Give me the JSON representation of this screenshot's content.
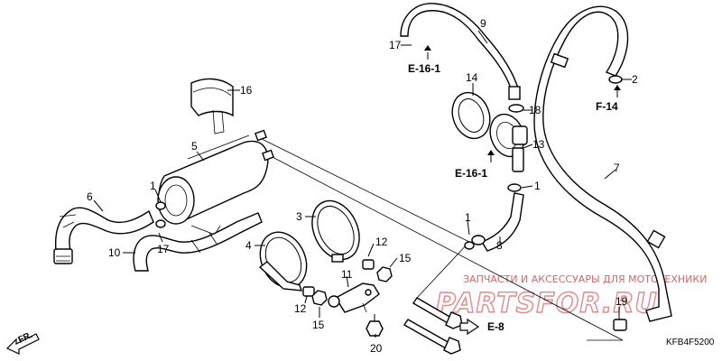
{
  "callouts": {
    "c1a": "1",
    "c1b": "1",
    "c1c": "1",
    "c2": "2",
    "c3": "3",
    "c4": "4",
    "c5": "5",
    "c6": "6",
    "c7": "7",
    "c8": "8",
    "c9": "9",
    "c10": "10",
    "c11": "11",
    "c12a": "12",
    "c12b": "12",
    "c13": "13",
    "c14": "14",
    "c15a": "15",
    "c15b": "15",
    "c16": "16",
    "c17a": "17",
    "c17b": "17",
    "c18": "18",
    "c19": "19",
    "c20": "20"
  },
  "refs": {
    "e16_top": "E-16-1",
    "e16_mid": "E-16-1",
    "f14": "F-14",
    "e8": "E-8"
  },
  "watermark": {
    "caption": "ЗАПЧАСТИ И АКСЕССУАРЫ ДЛЯ МОТОТЕХНИКИ",
    "brand": "PARTSFOR.RU"
  },
  "front_label": "FR.",
  "diagram_code": "KFB4F5200",
  "colors": {
    "line": "#000000",
    "watermark": "#e08a8a",
    "background": "#ffffff"
  }
}
